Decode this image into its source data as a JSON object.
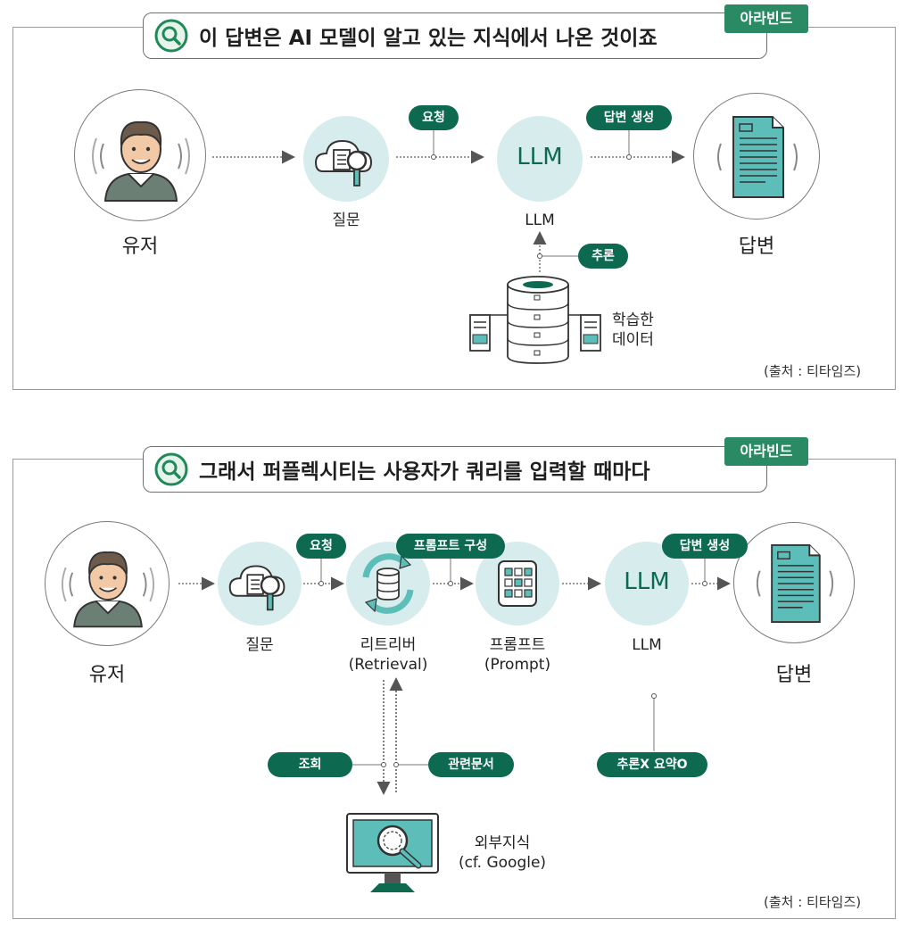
{
  "brand": "아라빈드",
  "source": "(출처 : 티타임즈)",
  "colors": {
    "accent": "#0d6950",
    "brand": "#2a8a64",
    "node_fill": "#d7ecec",
    "icon_fill": "#5dbdb9"
  },
  "panel1": {
    "title": "이 답변은 AI 모델이 알고 있는 지식에서 나온 것이죠",
    "nodes": {
      "user": "유저",
      "question": "질문",
      "llm_circle": "LLM",
      "llm": "LLM",
      "answer": "답변",
      "data_line1": "학습한",
      "data_line2": "데이터"
    },
    "pills": {
      "request": "요청",
      "generate": "답변 생성",
      "infer": "추론"
    }
  },
  "panel2": {
    "title": "그래서 퍼플렉시티는 사용자가 쿼리를 입력할 때마다",
    "nodes": {
      "user": "유저",
      "question": "질문",
      "retriever_line1": "리트리버",
      "retriever_line2": "(Retrieval)",
      "prompt_line1": "프롬프트",
      "prompt_line2": "(Prompt)",
      "llm_circle": "LLM",
      "llm": "LLM",
      "answer": "답변",
      "external_line1": "외부지식",
      "external_line2": "(cf. Google)"
    },
    "pills": {
      "request": "요청",
      "compose": "프롬프트 구성",
      "generate": "답변 생성",
      "lookup": "조회",
      "related": "관련문서",
      "no_infer": "추론X 요약O"
    }
  },
  "icons": [
    "search-icon",
    "user-avatar-icon",
    "cloud-search-icon",
    "document-icon",
    "database-icon",
    "server-icon",
    "refresh-database-icon",
    "prompt-grid-icon",
    "monitor-search-icon"
  ]
}
